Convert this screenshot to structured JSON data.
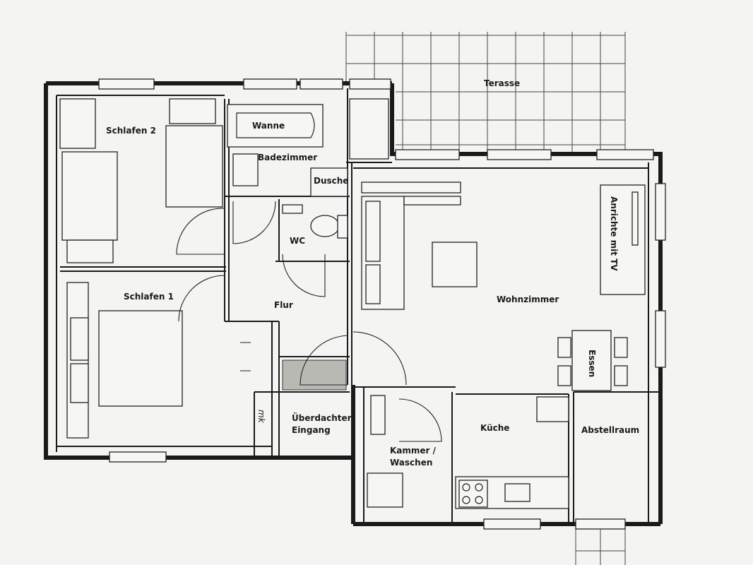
{
  "labels": {
    "terasse": "Terasse",
    "schlafen2": "Schlafen 2",
    "wanne": "Wanne",
    "badezimmer": "Badezimmer",
    "dusche": "Dusche",
    "wc": "WC",
    "schlafen1": "Schlafen 1",
    "flur": "Flur",
    "wohnzimmer": "Wohnzimmer",
    "anrichte": "Anrichte mit TV",
    "essen": "Essen",
    "ueberdachter": "Überdachter",
    "eingang": "Eingang",
    "kueche": "Küche",
    "abstellraum": "Abstellraum",
    "kammer": "Kammer /",
    "waschen": "Waschen",
    "mk": "mk"
  }
}
